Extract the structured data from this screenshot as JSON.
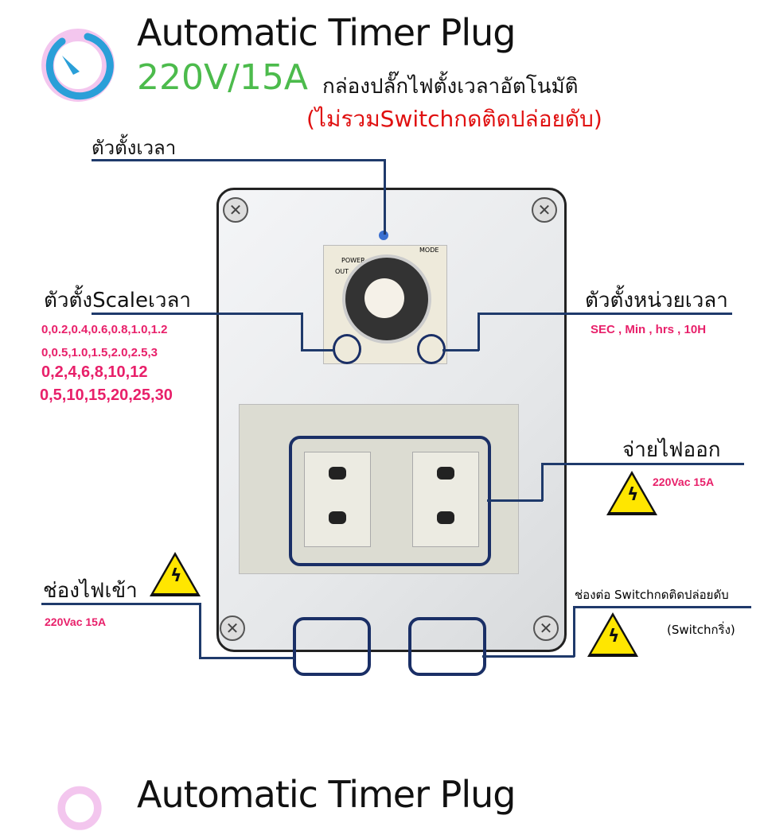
{
  "header": {
    "title": "Automatic Timer Plug",
    "rating": "220V/15A",
    "subtitle": "กล่องปลั๊กไฟตั้งเวลาอัตโนมัติ",
    "note": "(ไม่รวมSwitchกดติดปล่อยดับ)"
  },
  "labels": {
    "timer": "ตัวตั้งเวลา",
    "scale": "ตัวตั้งScaleเวลา",
    "unit": "ตัวตั้งหน่วยเวลา",
    "output": "จ่ายไฟออก",
    "input": "ช่องไฟเข้า",
    "switch_port": "ช่องต่อ Switchกดติดปล่อยดับ",
    "switch_type": "(Switchกริ่ง)"
  },
  "scales": [
    "0,0.2,0.4,0.6,0.8,1.0,1.2",
    "0,0.5,1.0,1.5,2.0,2.5,3",
    "0,2,4,6,8,10,12",
    "0,5,10,15,20,25,30"
  ],
  "units": "SEC , Min , hrs , 10H",
  "output_rating": "220Vac 15A",
  "input_rating": "220Vac 15A",
  "timer_face": {
    "power": "POWER",
    "out": "OUT",
    "mode": "MODE"
  },
  "footer": {
    "title": "Automatic Timer Plug"
  }
}
